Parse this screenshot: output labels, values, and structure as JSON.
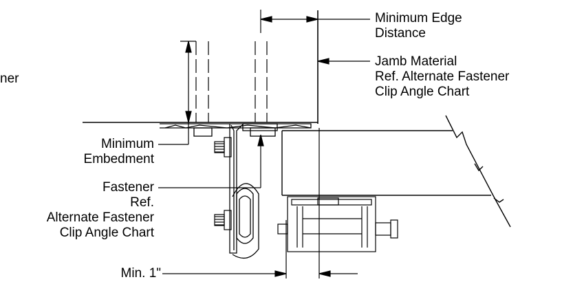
{
  "labels": {
    "min_edge_line1": "Minimum Edge",
    "min_edge_line2": "Distance",
    "jamb_line1": "Jamb Material",
    "jamb_line2": "Ref. Alternate Fastener",
    "jamb_line3": "Clip Angle Chart",
    "cut_left": "ner",
    "min_embed_line1": "Minimum",
    "min_embed_line2": "Embedment",
    "fastener_line1": "Fastener",
    "fastener_line2": "Ref.",
    "fastener_line3": "Alternate Fastener",
    "fastener_line4": "Clip Angle Chart",
    "min_one_inch": "Min.  1\""
  }
}
